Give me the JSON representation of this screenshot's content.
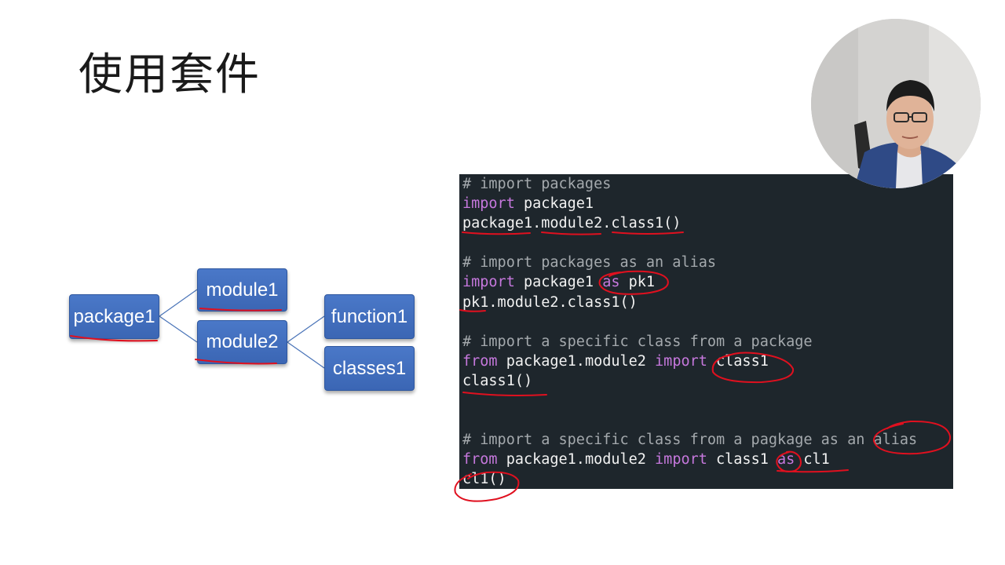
{
  "slide": {
    "title": "使用套件"
  },
  "diagram": {
    "nodes": {
      "package1": "package1",
      "module1": "module1",
      "module2": "module2",
      "function1": "function1",
      "classes1": "classes1"
    }
  },
  "code": {
    "lines": [
      [
        {
          "t": "# import packages",
          "c": "comment"
        }
      ],
      [
        {
          "t": "import",
          "c": "kw"
        },
        {
          "t": " package1",
          "c": "plain"
        }
      ],
      [
        {
          "t": "package1.module2.class1()",
          "c": "plain"
        }
      ],
      [],
      [
        {
          "t": "# import packages as an alias",
          "c": "comment"
        }
      ],
      [
        {
          "t": "import",
          "c": "kw"
        },
        {
          "t": " package1 ",
          "c": "plain"
        },
        {
          "t": "as",
          "c": "kw"
        },
        {
          "t": " pk1",
          "c": "plain"
        }
      ],
      [
        {
          "t": "pk1.module2.class1()",
          "c": "plain"
        }
      ],
      [],
      [
        {
          "t": "# import a specific class from a package",
          "c": "comment"
        }
      ],
      [
        {
          "t": "from",
          "c": "kw"
        },
        {
          "t": " package1.module2 ",
          "c": "plain"
        },
        {
          "t": "import",
          "c": "kw"
        },
        {
          "t": " class1",
          "c": "plain"
        }
      ],
      [
        {
          "t": "class1()",
          "c": "plain"
        }
      ],
      [],
      [],
      [
        {
          "t": "# import a specific class from a pagkage as an alias",
          "c": "comment"
        }
      ],
      [
        {
          "t": "from",
          "c": "kw"
        },
        {
          "t": " package1.module2 ",
          "c": "plain"
        },
        {
          "t": "import",
          "c": "kw"
        },
        {
          "t": " class1 ",
          "c": "plain"
        },
        {
          "t": "as",
          "c": "kw"
        },
        {
          "t": " cl1",
          "c": "plain"
        }
      ],
      [
        {
          "t": "cl1()",
          "c": "plain"
        }
      ]
    ]
  },
  "colors": {
    "node_fill": "#4472c4",
    "code_background": "#1e262c",
    "code_keyword": "#c678dd",
    "code_comment": "#a4a9ad",
    "annotation_ink": "#e0101f"
  }
}
